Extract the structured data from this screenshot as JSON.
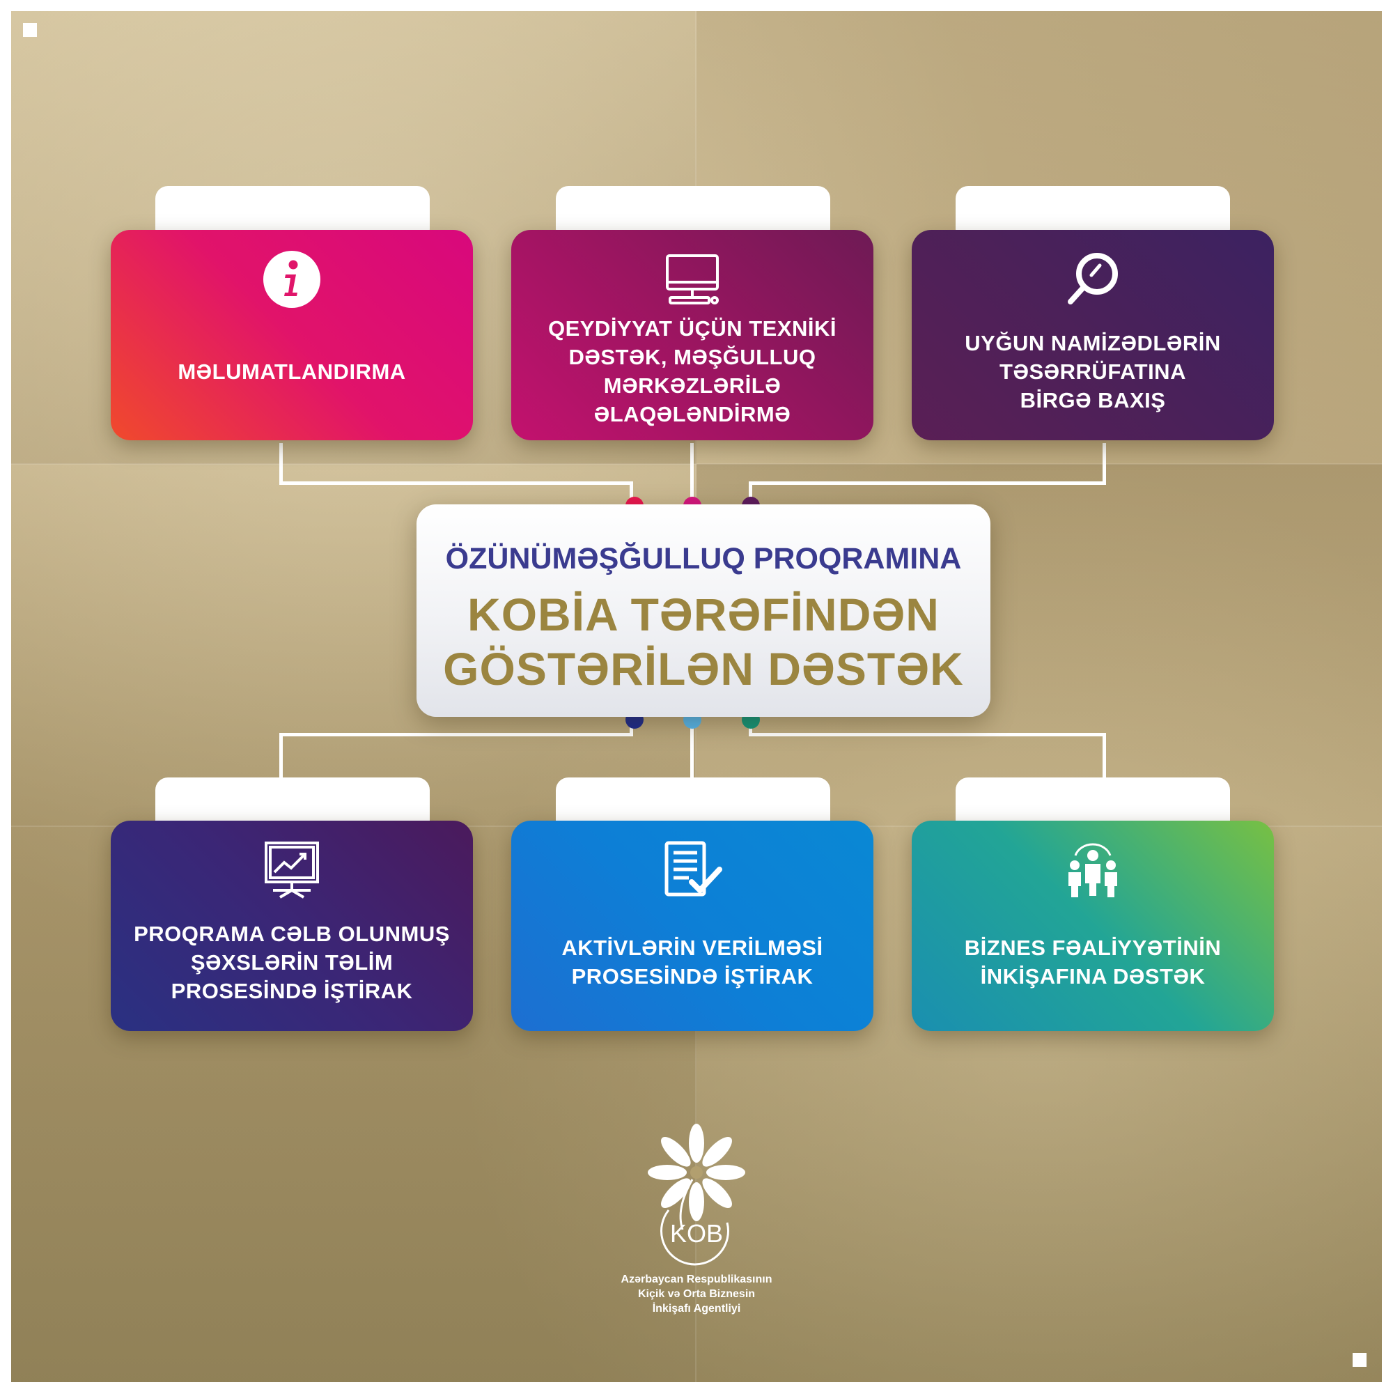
{
  "center": {
    "line1": "ÖZÜNÜMƏŞĞULLUQ PROQRAMINA",
    "line2": "KOBİA TƏRƏFİNDƏN",
    "line3": "GÖSTƏRİLƏN DƏSTƏK"
  },
  "cards": [
    {
      "label": "MƏLUMATLANDIRMA",
      "icon": "info-icon",
      "colors": [
        "#f04a2c",
        "#e1136a",
        "#d8087c"
      ]
    },
    {
      "label": "QEYDİYYAT ÜÇÜN TEXNİKİ\nDƏSTƏK, MƏŞĞULLUQ\nMƏRKƏZLƏRİLƏ\nƏLAQƏLƏNDİRMƏ",
      "icon": "computer-icon",
      "colors": [
        "#c3126e",
        "#9a1560",
        "#6e1a55"
      ]
    },
    {
      "label": "UYĞUN NAMİZƏDLƏRİN\nTƏSƏRRÜFATINA\nBİRGƏ BAXIŞ",
      "icon": "magnifier-icon",
      "colors": [
        "#5a1f55",
        "#4b2159",
        "#3c2261"
      ]
    },
    {
      "label": "PROQRAMA CƏLB OLUNMUŞ\nŞƏXSLƏRİN TƏLİM\nPROSESİNDƏ İŞTİRAK",
      "icon": "presentation-chart-icon",
      "colors": [
        "#2a3182",
        "#3b2676",
        "#4b1a5c"
      ]
    },
    {
      "label": "AKTİVLƏRİN VERİLMƏSİ\nPROSESİNDƏ İŞTİRAK",
      "icon": "document-check-icon",
      "colors": [
        "#1d6fd1",
        "#0d7fd6",
        "#0a88d4"
      ]
    },
    {
      "label": "BİZNES FƏALİYYƏTİNİN\nİNKİŞAFINA DƏSTƏK",
      "icon": "team-icon",
      "colors": [
        "#1a8fb0",
        "#22a596",
        "#78c043"
      ]
    }
  ],
  "dots": {
    "top": [
      "#e8154f",
      "#d4157f",
      "#5c1a5e"
    ],
    "bottom": [
      "#1c2a8f",
      "#55b6ee",
      "#11957b"
    ]
  },
  "logo": {
    "text": "KOB",
    "agency_lines": [
      "Azərbaycan Respublikasının",
      "Kiçik və Orta Biznesin",
      "İnkişafı Agentliyi"
    ]
  }
}
